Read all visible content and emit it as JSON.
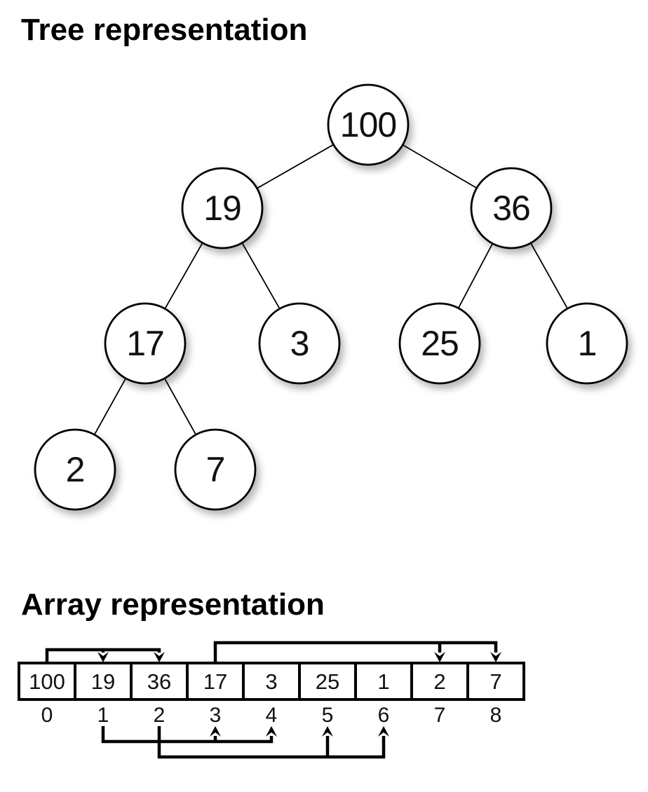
{
  "titles": {
    "tree": "Tree representation",
    "array": "Array representation"
  },
  "colors": {
    "background": "#ffffff",
    "node_fill": "#ffffff",
    "line": "#000000",
    "highlight": "#FBF45B"
  },
  "tree": {
    "nodes": [
      {
        "value": "100"
      },
      {
        "value": "19"
      },
      {
        "value": "36"
      },
      {
        "value": "17"
      },
      {
        "value": "3"
      },
      {
        "value": "25"
      },
      {
        "value": "1"
      },
      {
        "value": "2"
      },
      {
        "value": "7"
      }
    ],
    "edges": [
      [
        0,
        1
      ],
      [
        0,
        2
      ],
      [
        1,
        3
      ],
      [
        1,
        4
      ],
      [
        2,
        5
      ],
      [
        2,
        6
      ],
      [
        3,
        7
      ],
      [
        3,
        8
      ]
    ]
  },
  "array": {
    "values": [
      "100",
      "19",
      "36",
      "17",
      "3",
      "25",
      "1",
      "2",
      "7"
    ],
    "indices": [
      "0",
      "1",
      "2",
      "3",
      "4",
      "5",
      "6",
      "7",
      "8"
    ],
    "highlighted_index": 0,
    "arrows_above": [
      {
        "from_index": 0,
        "to_indices": [
          1,
          2
        ]
      },
      {
        "from_index": 3,
        "to_indices": [
          7,
          8
        ]
      }
    ],
    "arrows_below": [
      {
        "from_index": 1,
        "to_indices": [
          3,
          4
        ]
      },
      {
        "from_index": 2,
        "to_indices": [
          5,
          6
        ]
      }
    ]
  }
}
